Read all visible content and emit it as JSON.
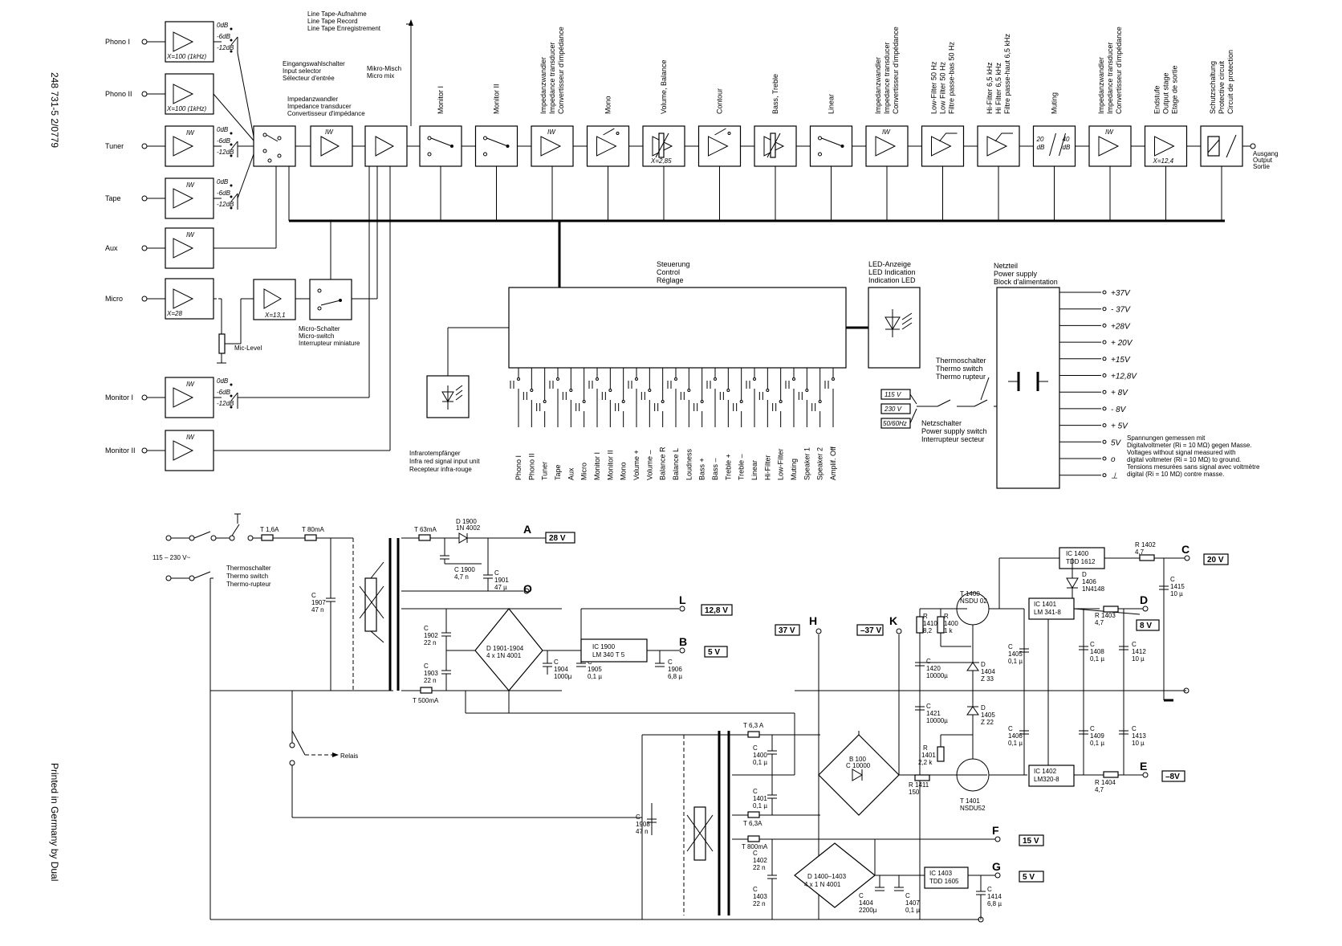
{
  "margin": {
    "code": "248 731-5  2/0779",
    "printed": "Printed in Germany by Dual"
  },
  "inputs": [
    {
      "label": "Phono I",
      "gain": "X=100 (1kHz)",
      "levels": [
        "0dB",
        "-6dB",
        "-12dB"
      ]
    },
    {
      "label": "Phono II",
      "gain": "X=100 (1kHz)",
      "levels": []
    },
    {
      "label": "Tuner",
      "gain": "IW",
      "levels": [
        "0dB",
        "-6dB",
        "-12dB"
      ]
    },
    {
      "label": "Tape",
      "gain": "IW",
      "levels": [
        "0dB",
        "-6dB",
        "-12dB"
      ]
    },
    {
      "label": "Aux",
      "gain": "IW",
      "levels": []
    },
    {
      "label": "Micro",
      "gain": "X=28",
      "levels": []
    },
    {
      "label": "Monitor I",
      "gain": "IW",
      "levels": [
        "0dB",
        "-6dB",
        "-12dB"
      ]
    },
    {
      "label": "Monitor II",
      "gain": "IW",
      "levels": []
    }
  ],
  "top_labels": {
    "tape": [
      "Line Tape-Aufnahme",
      "Line Tape Record",
      "Line Tape Enregistrement"
    ],
    "selector": [
      "Eingangswahlschalter",
      "Input selector",
      "Sélecteur d'entrée"
    ],
    "transducer": [
      "Impedanzwandler",
      "Impedance transducer",
      "Convertisseur d'impédance"
    ],
    "micromix": [
      "Mikro-Misch",
      "Micro mix"
    ],
    "microswitch": [
      "Micro-Schalter",
      "Micro-switch",
      "Interrupteur miniature"
    ],
    "mic_level": "Mic-Level",
    "micro_amp2": "X=13,1"
  },
  "chain": [
    {
      "label": [
        "Monitor I"
      ],
      "sym": "switch",
      "note": ""
    },
    {
      "label": [
        "Monitor II"
      ],
      "sym": "switch",
      "note": ""
    },
    {
      "label": [
        "Impedanzwandler",
        "Impedance transducer",
        "Convertisseur d'impédance"
      ],
      "sym": "amp",
      "note": "IW"
    },
    {
      "label": [
        "Mono"
      ],
      "sym": "ampsw",
      "note": ""
    },
    {
      "label": [
        "Volume, Balance"
      ],
      "sym": "amppot",
      "note": "X=2,85"
    },
    {
      "label": [
        "Contour"
      ],
      "sym": "ampsw",
      "note": ""
    },
    {
      "label": [
        "Bass, Treble"
      ],
      "sym": "amppot",
      "note": ""
    },
    {
      "label": [
        "Linear"
      ],
      "sym": "switch",
      "note": ""
    },
    {
      "label": [
        "Impedanzwandler",
        "Impedance transducer",
        "Convertisseur d'impédance"
      ],
      "sym": "amp",
      "note": "IW"
    },
    {
      "label": [
        "Low-Filter 50 Hz",
        "Low Filter 50 Hz",
        "Filtre passe-bas 50 Hz"
      ],
      "sym": "filter",
      "note": ""
    },
    {
      "label": [
        "Hi-Filter 6,5 kHz",
        "Hi Filter 6,5 kHz",
        "Filtre passe-haut 6,5 kHz"
      ],
      "sym": "filter",
      "note": ""
    },
    {
      "label": [
        "Muting"
      ],
      "sym": "muting",
      "note": ""
    },
    {
      "label": [
        "Impedanzwandler",
        "Impedance transducer",
        "Convertisseur d'impédance"
      ],
      "sym": "amp",
      "note": "IW"
    },
    {
      "label": [
        "Endstufe",
        "Output stage",
        "Etage de sortie"
      ],
      "sym": "amp",
      "note": "X=12,4"
    },
    {
      "label": [
        "Schutzschaltung",
        "Protective circuit",
        "Circuit de protection"
      ],
      "sym": "relay",
      "note": ""
    }
  ],
  "muting_levels": [
    "20 dB",
    "40 dB"
  ],
  "output": [
    "Ausgang",
    "Output",
    "Sortie"
  ],
  "control": {
    "title": [
      "Steuerung",
      "Control",
      "Réglage"
    ],
    "buttons": [
      "Phono I",
      "Phono II",
      "Tuner",
      "Tape",
      "Aux",
      "Micro",
      "Monitor I",
      "Monitor II",
      "Mono",
      "Volume +",
      "Volume –",
      "Balance R",
      "Balance L",
      "Loudness",
      "Bass +",
      "Bass –",
      "Treble +",
      "Treble –",
      "Linear",
      "Hi-Filter",
      "Low-Filter",
      "Muting",
      "Speaker 1",
      "Speaker 2",
      "Amplif. Off"
    ]
  },
  "infrared": [
    "Infrarotempfänger",
    "Infra red signal input unit",
    "Recepteur infra-rouge"
  ],
  "led": [
    "LED-Anzeige",
    "LED Indication",
    "Indication LED"
  ],
  "power_block": {
    "title": [
      "Netzteil",
      "Power supply",
      "Block d'alimentation"
    ],
    "rails": [
      "+37V",
      "- 37V",
      "+28V",
      "+ 20V",
      "+15V",
      "+12,8V",
      "+ 8V",
      "- 8V",
      "+ 5V",
      "5V",
      "o",
      "⊥"
    ]
  },
  "mains": {
    "thermo": [
      "Thermoschalter",
      "Thermo switch",
      "Thermo rupteur"
    ],
    "voltages": [
      "115 V",
      "230 V",
      "50/60Hz"
    ],
    "netz": [
      "Netzschalter",
      "Power supply switch",
      "Interrupteur secteur"
    ]
  },
  "note": [
    "Spannungen gemessen mit",
    "Digitalvoltmeter (Ri = 10 MΩ) gegen Masse.",
    "Voltages without signal measured with",
    "digital voltmeter (Ri = 10 MΩ) to ground.",
    "Tensions mesurées sans signal avec voltmètre",
    "digital (Ri = 10 MΩ) contre masse."
  ],
  "psu": {
    "mains": "115 – 230 V~",
    "thermo": [
      "Thermoschalter",
      "Thermo switch",
      "Thermo-rupteur"
    ],
    "relais": "Relais",
    "fuses": [
      "T 1,6A",
      "T 80mA",
      "T 63mA",
      "T 500mA",
      "T 6,3 A",
      "T 6,3A",
      "T 800mA"
    ],
    "c1907": [
      "C",
      "1907",
      "47 n"
    ],
    "c1908": [
      "C",
      "1908",
      "47 n"
    ],
    "d1900": [
      "D 1900",
      "1N 4002"
    ],
    "c1900": [
      "C 1900",
      "4,7 n"
    ],
    "c1901": [
      "C",
      "1901",
      "47 µ"
    ],
    "c1902": [
      "C",
      "1902",
      "22 n"
    ],
    "c1903": [
      "C",
      "1903",
      "22 n"
    ],
    "d1901": [
      "D 1901-1904",
      "4 x 1N 4001"
    ],
    "c1904": [
      "C",
      "1904",
      "1000µ"
    ],
    "c1905": [
      "C",
      "1905",
      "0,1 µ"
    ],
    "ic1900": "IC 1900",
    "lm340": "LM 340 T 5",
    "c1906": [
      "C",
      "1906",
      "6,8 µ"
    ],
    "nodes": [
      {
        "n": "A",
        "v": "28 V"
      },
      {
        "n": "O",
        "v": ""
      },
      {
        "n": "L",
        "v": "12,8 V"
      },
      {
        "n": "B",
        "v": "5 V"
      },
      {
        "n": "H",
        "v": "37 V"
      },
      {
        "n": "K",
        "v": "–37 V"
      },
      {
        "n": "C",
        "v": "20 V"
      },
      {
        "n": "D",
        "v": "8 V"
      },
      {
        "n": "E",
        "v": "–8V"
      },
      {
        "n": "F",
        "v": "15 V"
      },
      {
        "n": "G",
        "v": "5 V"
      }
    ],
    "c1400": [
      "C",
      "1400",
      "0,1 µ"
    ],
    "c1401": [
      "C",
      "1401",
      "0,1 µ"
    ],
    "c1402": [
      "C",
      "1402",
      "22 n"
    ],
    "c1403": [
      "C",
      "1403",
      "22 n"
    ],
    "b100": [
      "B 100",
      "C 10000"
    ],
    "r1410": [
      "R",
      "1410",
      "8,2"
    ],
    "r1400": [
      "R",
      "1400",
      "1 k"
    ],
    "t1400": [
      "T 1400",
      "NSDU 02"
    ],
    "c1420": [
      "C",
      "1420",
      "10000µ"
    ],
    "c1421": [
      "C",
      "1421",
      "10000µ"
    ],
    "d1404": [
      "D",
      "1404",
      "Z 33"
    ],
    "d1405": [
      "D",
      "1405",
      "Z 22"
    ],
    "r1401": [
      "R",
      "1401",
      "2,2 k"
    ],
    "r1411": [
      "R 1411",
      "150"
    ],
    "t1401": [
      "T 1401",
      "NSDU52"
    ],
    "c1405": [
      "C",
      "1405",
      "0,1 µ"
    ],
    "c1406": [
      "C",
      "1406",
      "0,1 µ"
    ],
    "ic1400": [
      "IC 1400",
      "TDD 1612"
    ],
    "ic1401": [
      "IC 1401",
      "LM 341-8"
    ],
    "ic1402": [
      "IC 1402",
      "LM320-8"
    ],
    "r1402": [
      "R 1402",
      "4,7"
    ],
    "r1403": [
      "R 1403",
      "4,7"
    ],
    "r1404": [
      "R 1404",
      "4,7"
    ],
    "d1406": [
      "D",
      "1406",
      "1N4148"
    ],
    "c1408": [
      "C",
      "1408",
      "0,1 µ"
    ],
    "c1409": [
      "C",
      "1409",
      "0,1 µ"
    ],
    "c1412": [
      "C",
      "1412",
      "10 µ"
    ],
    "c1413": [
      "C",
      "1413",
      "10 µ"
    ],
    "c1415": [
      "C",
      "1415",
      "10 µ"
    ],
    "d1400": [
      "D 1400–1403",
      "4 x 1 N 4001"
    ],
    "c1404": [
      "C",
      "1404",
      "2200µ"
    ],
    "c1407": [
      "C",
      "1407",
      "0,1 µ"
    ],
    "ic1403": [
      "IC 1403",
      "TDD 1605"
    ],
    "c1414": [
      "C",
      "1414",
      "6,8 µ"
    ]
  }
}
